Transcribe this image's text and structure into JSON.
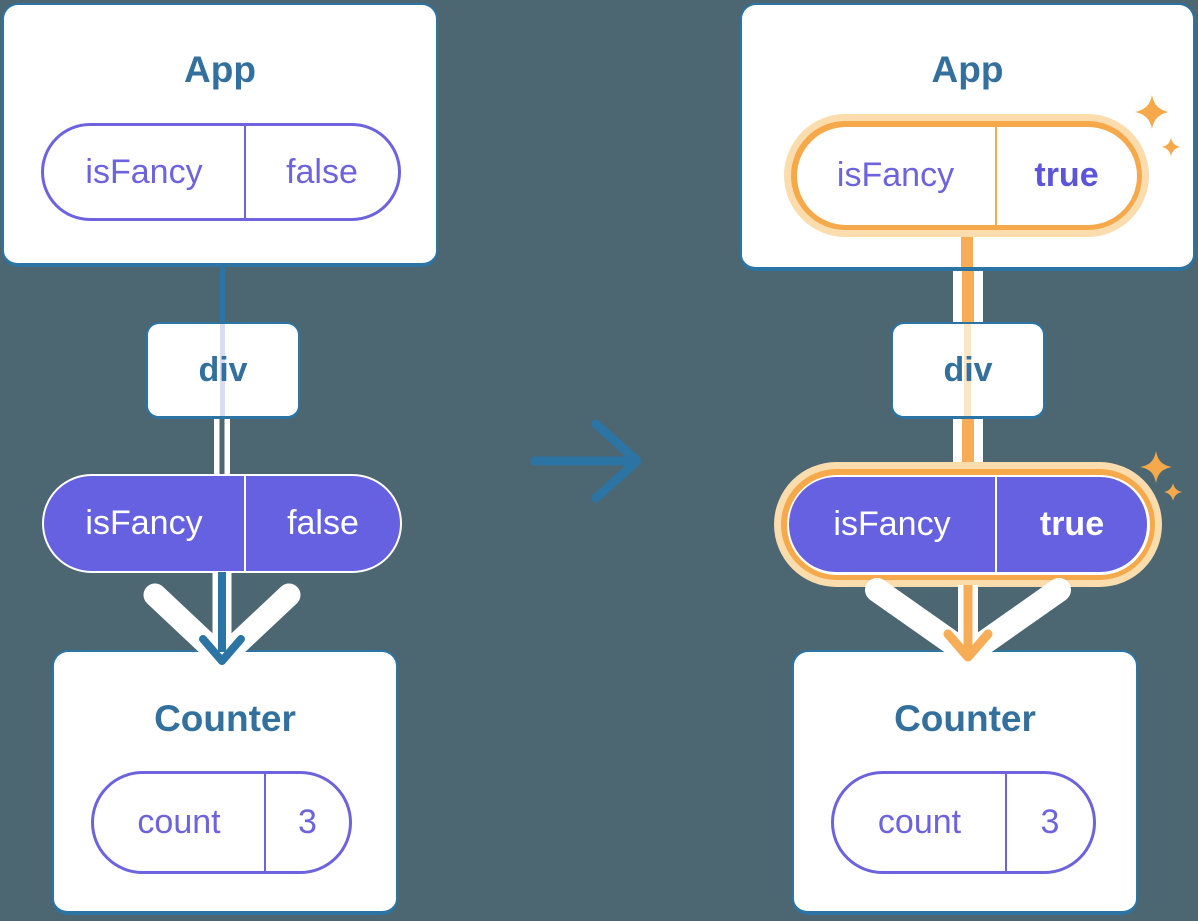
{
  "diagram": {
    "before": {
      "app": {
        "title": "App",
        "prop_name": "isFancy",
        "prop_value": "false"
      },
      "div": {
        "label": "div"
      },
      "passed_prop": {
        "name": "isFancy",
        "value": "false"
      },
      "counter": {
        "title": "Counter",
        "state_name": "count",
        "state_value": "3"
      }
    },
    "after": {
      "app": {
        "title": "App",
        "prop_name": "isFancy",
        "prop_value": "true"
      },
      "div": {
        "label": "div"
      },
      "passed_prop": {
        "name": "isFancy",
        "value": "true"
      },
      "counter": {
        "title": "Counter",
        "state_name": "count",
        "state_value": "3"
      }
    }
  },
  "icons": {
    "transition_arrow": "right-arrow-icon",
    "sparkles": "sparkle-icon"
  },
  "colors": {
    "background": "#4C6672",
    "teal": "#2B74A3",
    "title-teal": "#33709D",
    "purple-fill": "#6561E0",
    "purple-outline": "#6C63DD",
    "purple-bold": "#5C55DB",
    "orange": "#F5A94B",
    "orange-line": "#F6AD55",
    "orange-glow": "#FADCAD",
    "cream-trace": "#FBE7C6",
    "lavender-trace": "#D8DDF2"
  }
}
